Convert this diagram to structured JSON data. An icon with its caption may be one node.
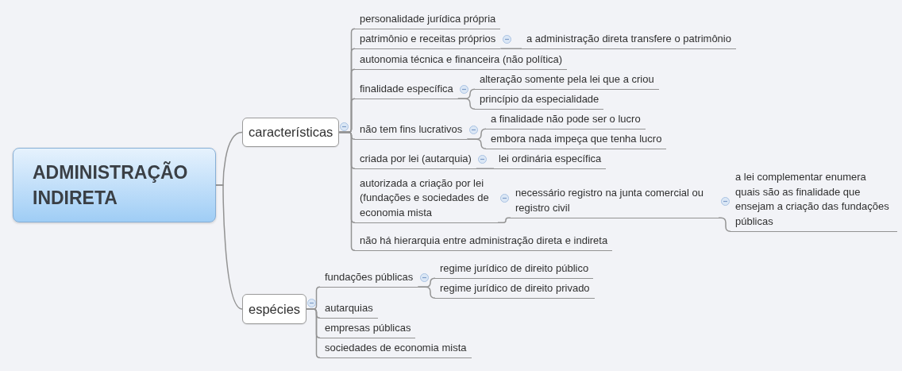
{
  "diagram": {
    "nodes": [
      {
        "text": [
          "ADMINISTRAÇÃO INDIRETA"
        ]
      },
      {
        "text": [
          "características"
        ]
      },
      {
        "text": [
          "personalidade jurídica própria"
        ]
      },
      {
        "text": [
          "patrimônio e receitas próprios"
        ]
      },
      {
        "text": [
          "a administração direta transfere o patrimônio"
        ]
      },
      {
        "text": [
          "autonomia técnica e financeira (não política)"
        ]
      },
      {
        "text": [
          "finalidade específica"
        ]
      },
      {
        "text": [
          "alteração somente pela lei que a criou"
        ]
      },
      {
        "text": [
          "princípio da especialidade"
        ]
      },
      {
        "text": [
          "não tem fins lucrativos"
        ]
      },
      {
        "text": [
          "a finalidade não pode ser o lucro"
        ]
      },
      {
        "text": [
          "embora nada impeça que tenha lucro"
        ]
      },
      {
        "text": [
          "criada por lei (autarquia)"
        ]
      },
      {
        "text": [
          "lei ordinária específica"
        ]
      },
      {
        "text": [
          "autorizada a criação por lei (fundações e sociedades de economia mista"
        ]
      },
      {
        "text": [
          "necessário registro na junta comercial ou registro civil"
        ]
      },
      {
        "text": [
          "a lei complementar enumera quais são as finalidade que ensejam a criação das fundações públicas"
        ]
      },
      {
        "text": [
          "não há hierarquia entre administração direta e indireta"
        ]
      },
      {
        "text": [
          "espécies"
        ]
      },
      {
        "text": [
          "fundações públicas"
        ]
      },
      {
        "text": [
          "regime jurídico de direito público"
        ]
      },
      {
        "text": [
          "regime jurídico de direito privado"
        ]
      },
      {
        "text": [
          "autarquias"
        ]
      },
      {
        "text": [
          "empresas públicas"
        ]
      },
      {
        "text": [
          "sociedades de economia mista"
        ]
      }
    ],
    "edges": [
      {
        "from": 0,
        "to": 1,
        "arrow": "none"
      },
      {
        "from": 0,
        "to": 18,
        "arrow": "none"
      },
      {
        "from": 1,
        "to": 2,
        "arrow": "none"
      },
      {
        "from": 1,
        "to": 3,
        "arrow": "none"
      },
      {
        "from": 3,
        "to": 4,
        "arrow": "none"
      },
      {
        "from": 1,
        "to": 5,
        "arrow": "none"
      },
      {
        "from": 1,
        "to": 6,
        "arrow": "none"
      },
      {
        "from": 6,
        "to": 7,
        "arrow": "none"
      },
      {
        "from": 6,
        "to": 8,
        "arrow": "none"
      },
      {
        "from": 1,
        "to": 9,
        "arrow": "none"
      },
      {
        "from": 9,
        "to": 10,
        "arrow": "none"
      },
      {
        "from": 9,
        "to": 11,
        "arrow": "none"
      },
      {
        "from": 1,
        "to": 12,
        "arrow": "none"
      },
      {
        "from": 12,
        "to": 13,
        "arrow": "none"
      },
      {
        "from": 1,
        "to": 14,
        "arrow": "none"
      },
      {
        "from": 14,
        "to": 15,
        "arrow": "none"
      },
      {
        "from": 15,
        "to": 16,
        "arrow": "none"
      },
      {
        "from": 1,
        "to": 17,
        "arrow": "none"
      },
      {
        "from": 18,
        "to": 19,
        "arrow": "none"
      },
      {
        "from": 19,
        "to": 20,
        "arrow": "none"
      },
      {
        "from": 19,
        "to": 21,
        "arrow": "none"
      },
      {
        "from": 18,
        "to": 22,
        "arrow": "none"
      },
      {
        "from": 18,
        "to": 23,
        "arrow": "none"
      },
      {
        "from": 18,
        "to": 24,
        "arrow": "none"
      }
    ]
  }
}
